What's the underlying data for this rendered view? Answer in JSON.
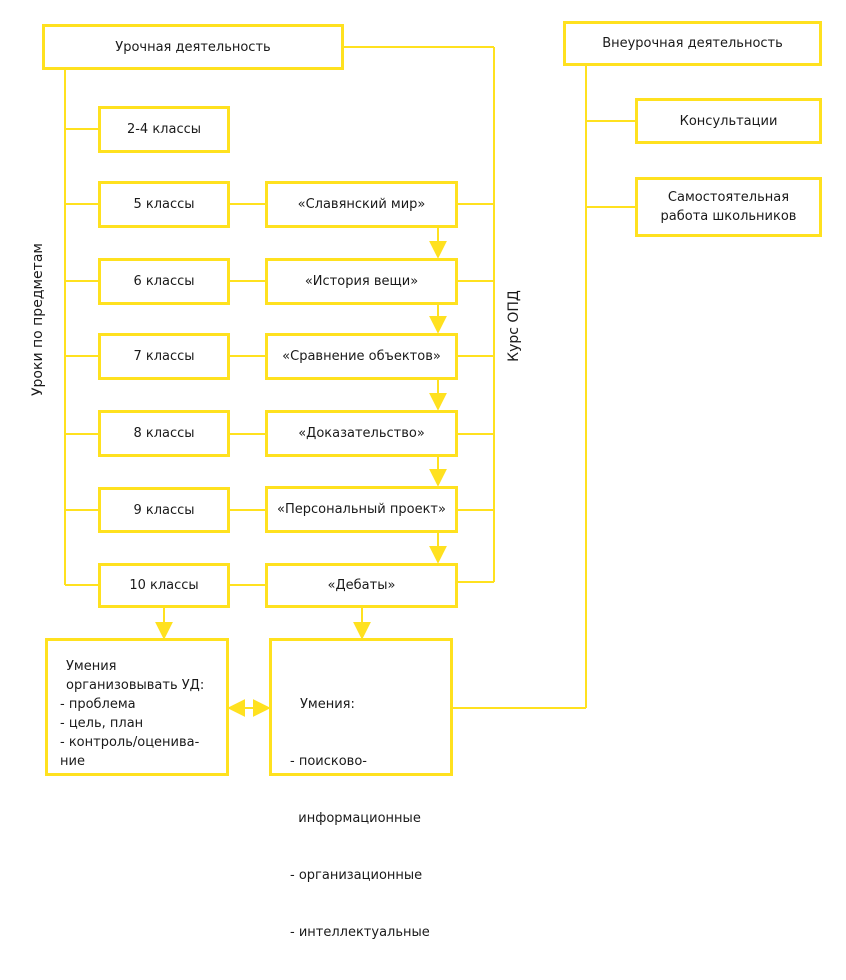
{
  "colors": {
    "accent": "#FFE11F",
    "text": "#1a1a1a"
  },
  "lesson": {
    "title": "Урочная деятельность",
    "side_label": "Уроки по предметам",
    "grades": [
      "2-4 классы",
      "5 классы",
      "6 классы",
      "7 классы",
      "8 классы",
      "9 классы",
      "10 классы"
    ]
  },
  "opd": {
    "side_label": "Курс ОПД",
    "modules": [
      "«Славянский мир»",
      "«История вещи»",
      "«Сравнение объектов»",
      "«Доказательство»",
      "«Персональный проект»",
      "«Дебаты»"
    ]
  },
  "extracurricular": {
    "title": "Внеурочная деятельность",
    "items": [
      {
        "lines": [
          "Консультации"
        ]
      },
      {
        "lines": [
          "Самостоятельная",
          "работа школьников"
        ]
      }
    ]
  },
  "skills_ud": {
    "lines": [
      "Умения",
      "организовывать УД:",
      "- проблема",
      "- цель, план",
      "- контроль/оценива-",
      "ние"
    ]
  },
  "skills_general": {
    "lines": [
      "Умения:",
      "- поисково-",
      "  информационные",
      "- организационные",
      "- интеллектуальные"
    ]
  }
}
